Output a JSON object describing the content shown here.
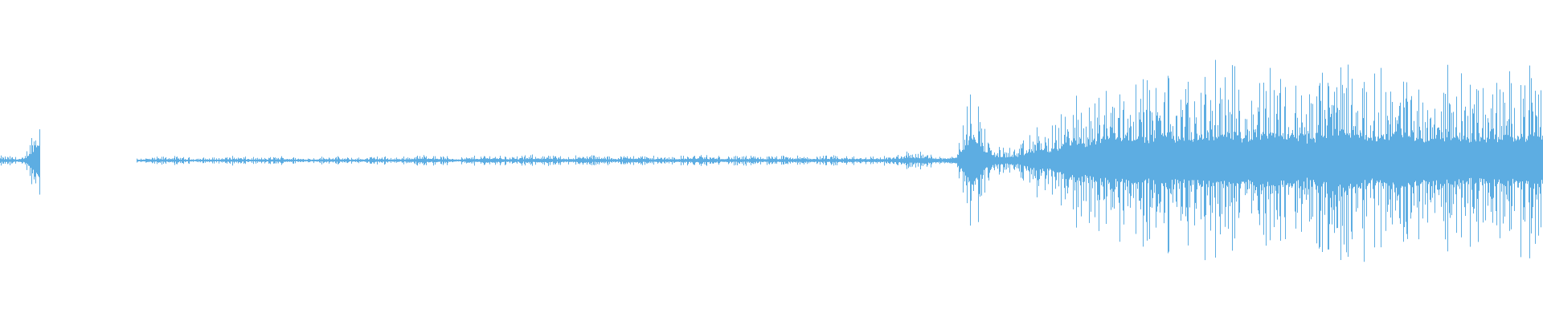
{
  "chart_data": {
    "type": "area",
    "title": "",
    "xlabel": "",
    "ylabel": "",
    "ylim": [
      -1,
      1
    ],
    "grid": false,
    "legend": "none",
    "color": "#5dade2",
    "background": "#ffffff",
    "envelope_bins": 96,
    "envelope": [
      0.03,
      0.02,
      0.4,
      0,
      0,
      0,
      0,
      0,
      0.02,
      0.02,
      0.03,
      0.02,
      0.02,
      0.02,
      0.03,
      0.02,
      0.02,
      0.03,
      0.02,
      0.02,
      0.03,
      0.02,
      0.02,
      0.03,
      0.02,
      0.03,
      0.04,
      0.03,
      0.02,
      0.03,
      0.04,
      0.03,
      0.03,
      0.04,
      0.03,
      0.03,
      0.04,
      0.03,
      0.03,
      0.04,
      0.03,
      0.03,
      0.03,
      0.04,
      0.03,
      0.03,
      0.03,
      0.03,
      0.03,
      0.03,
      0.03,
      0.03,
      0.03,
      0.03,
      0.03,
      0.03,
      0.06,
      0.06,
      0.03,
      0.06,
      0.55,
      0.12,
      0.08,
      0.1,
      0.24,
      0.2,
      0.4,
      0.38,
      0.5,
      0.52,
      0.55,
      0.5,
      0.6,
      0.45,
      0.55,
      0.55,
      0.6,
      0.5,
      0.62,
      0.6,
      0.5,
      0.48,
      0.6,
      0.68,
      0.58,
      0.5,
      0.6,
      0.55,
      0.5,
      0.55,
      0.55,
      0.5,
      0.5,
      0.52,
      0.55,
      0.55
    ]
  }
}
